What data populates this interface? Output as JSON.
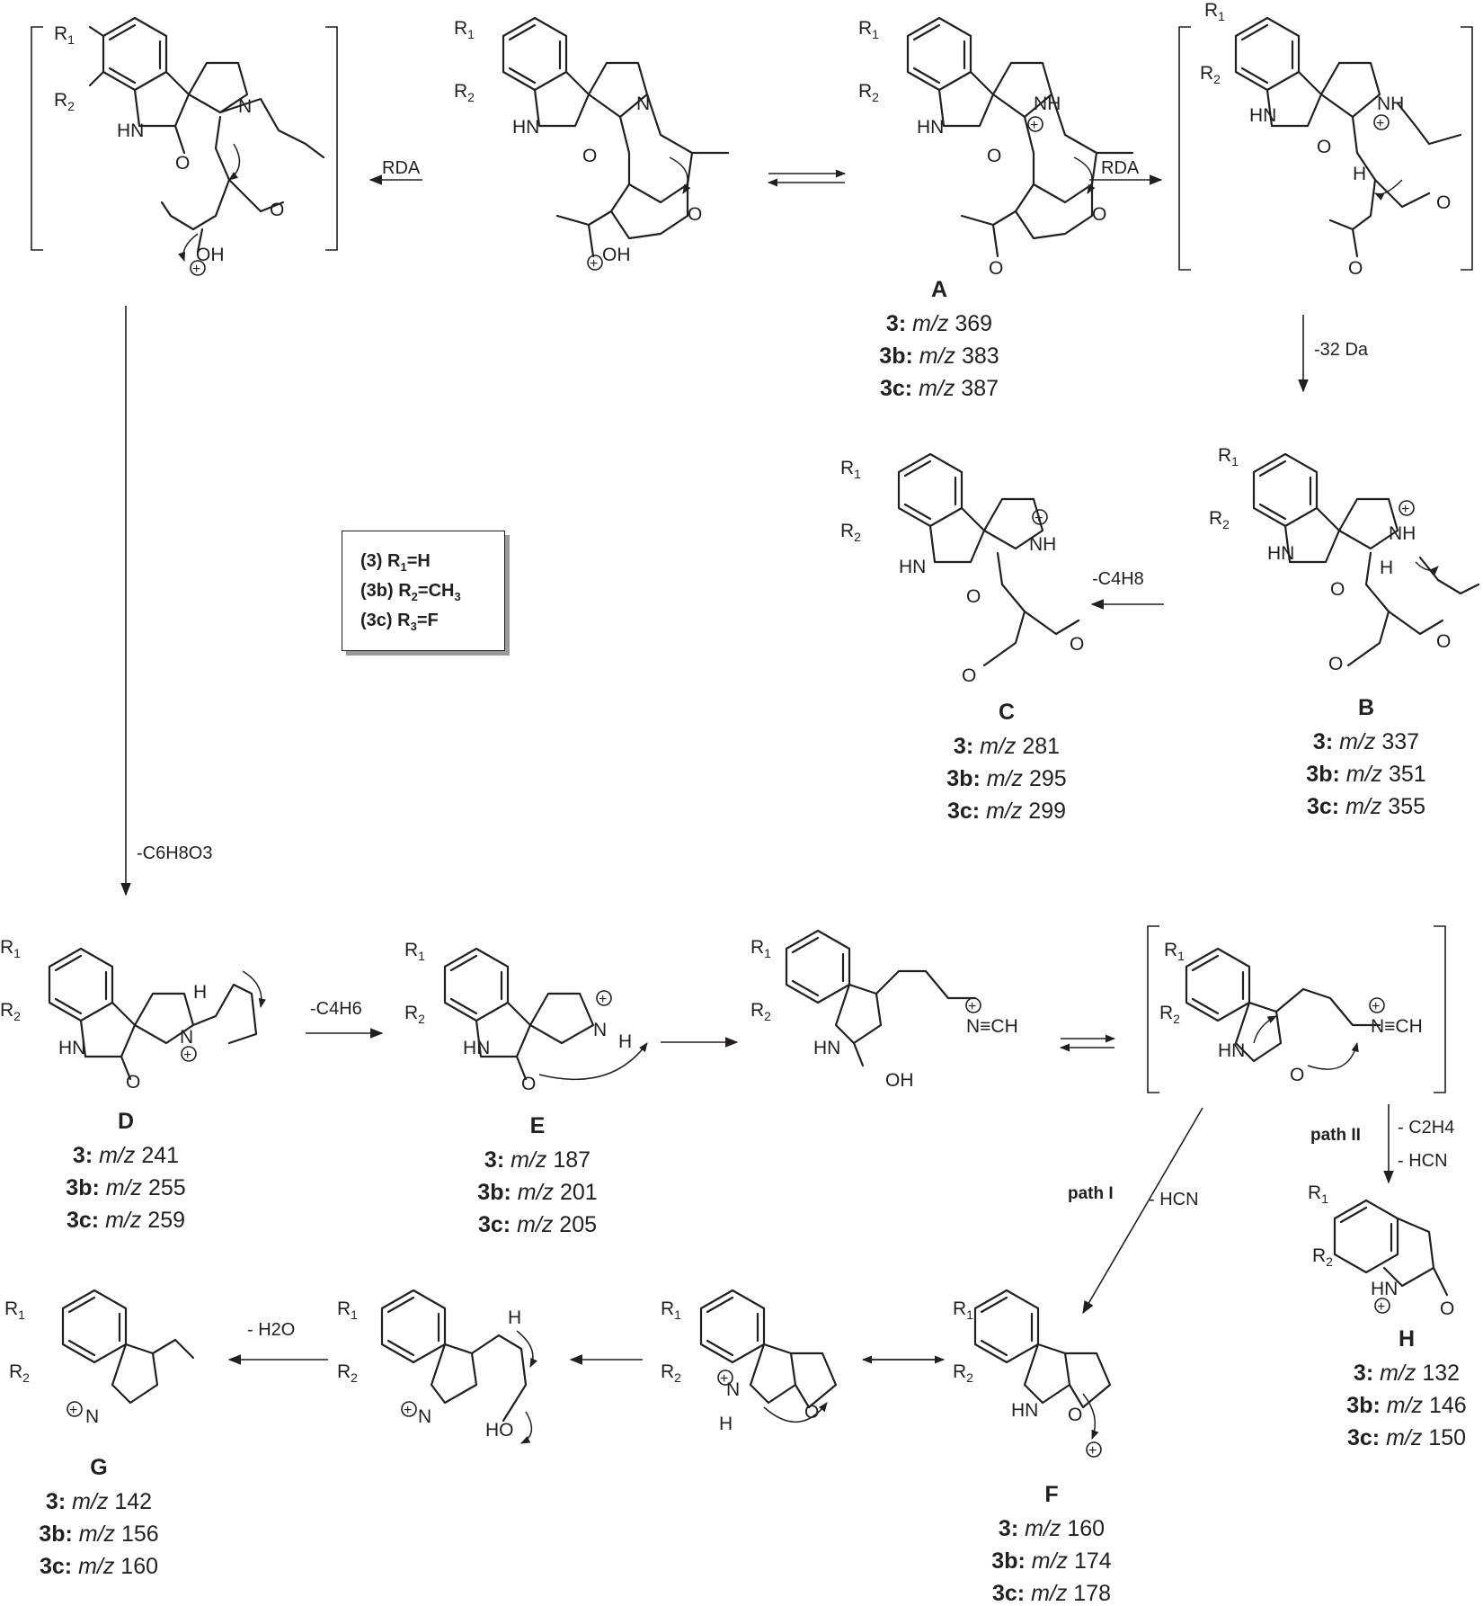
{
  "legend": {
    "rows": [
      {
        "prefix": "(3)  R",
        "sub": "1",
        "suffix": "=H"
      },
      {
        "prefix": "(3b) R",
        "sub": "2",
        "suffix": "=CH",
        "tail_sub": "3"
      },
      {
        "prefix": "(3c) R",
        "sub": "3",
        "suffix": "=F"
      }
    ]
  },
  "conditions": {
    "rda_left": "RDA",
    "rda_right": "RDA",
    "minus_32": "-32 Da",
    "minus_c4h8": "-C4H8",
    "minus_c6h8o3": "-C6H8O3",
    "minus_c4h6": "-C4H6",
    "path_ii": "path II",
    "minus_c2h4": "- C2H4",
    "minus_hcn_ii": "- HCN",
    "path_i": "path I",
    "minus_hcn_i": "- HCN",
    "minus_h2o": "- H2O"
  },
  "compounds": [
    {
      "id": "A",
      "label": "A",
      "values": [
        {
          "cmp": "3:",
          "mz": "m/z",
          "val": "369"
        },
        {
          "cmp": "3b:",
          "mz": "m/z",
          "val": "383"
        },
        {
          "cmp": "3c:",
          "mz": "m/z",
          "val": "387"
        }
      ]
    },
    {
      "id": "B",
      "label": "B",
      "values": [
        {
          "cmp": "3:",
          "mz": "m/z",
          "val": "337"
        },
        {
          "cmp": "3b:",
          "mz": "m/z",
          "val": "351"
        },
        {
          "cmp": "3c:",
          "mz": "m/z",
          "val": "355"
        }
      ]
    },
    {
      "id": "C",
      "label": "C",
      "values": [
        {
          "cmp": "3:",
          "mz": "m/z",
          "val": "281"
        },
        {
          "cmp": "3b:",
          "mz": "m/z",
          "val": "295"
        },
        {
          "cmp": "3c:",
          "mz": "m/z",
          "val": "299"
        }
      ]
    },
    {
      "id": "D",
      "label": "D",
      "values": [
        {
          "cmp": "3:",
          "mz": "m/z",
          "val": "241"
        },
        {
          "cmp": "3b:",
          "mz": "m/z",
          "val": "255"
        },
        {
          "cmp": "3c:",
          "mz": "m/z",
          "val": "259"
        }
      ]
    },
    {
      "id": "E",
      "label": "E",
      "values": [
        {
          "cmp": "3:",
          "mz": "m/z",
          "val": "187"
        },
        {
          "cmp": "3b:",
          "mz": "m/z",
          "val": "201"
        },
        {
          "cmp": "3c:",
          "mz": "m/z",
          "val": "205"
        }
      ]
    },
    {
      "id": "H",
      "label": "H",
      "values": [
        {
          "cmp": "3:",
          "mz": "m/z",
          "val": "132"
        },
        {
          "cmp": "3b:",
          "mz": "m/z",
          "val": "146"
        },
        {
          "cmp": "3c:",
          "mz": "m/z",
          "val": "150"
        }
      ]
    },
    {
      "id": "F",
      "label": "F",
      "values": [
        {
          "cmp": "3:",
          "mz": "m/z",
          "val": "160"
        },
        {
          "cmp": "3b:",
          "mz": "m/z",
          "val": "174"
        },
        {
          "cmp": "3c:",
          "mz": "m/z",
          "val": "178"
        }
      ]
    },
    {
      "id": "G",
      "label": "G",
      "values": [
        {
          "cmp": "3:",
          "mz": "m/z",
          "val": "142"
        },
        {
          "cmp": "3b:",
          "mz": "m/z",
          "val": "156"
        },
        {
          "cmp": "3c:",
          "mz": "m/z",
          "val": "160"
        }
      ]
    }
  ],
  "atoms": {
    "r1": "R",
    "r1_sub": "1",
    "r2": "R",
    "r2_sub": "2",
    "hn": "HN",
    "nh": "NH",
    "n": "N",
    "h": "H",
    "o": "O",
    "oh": "OH",
    "ho": "HO",
    "nch": "N≡CH",
    "plus": "+"
  }
}
